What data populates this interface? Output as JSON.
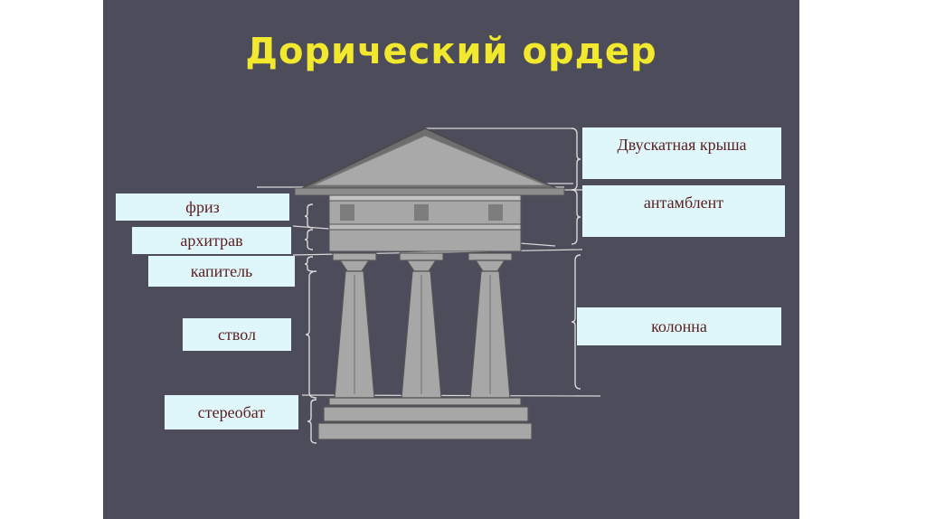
{
  "title": "Дорический ордер",
  "labels": {
    "roof": "Двускатная крыша",
    "frieze": "фриз",
    "entablature": "антамблент",
    "architrave": "архитрав",
    "capital": "капитель",
    "shaft": "ствол",
    "column": "колонна",
    "stylobate": "стереобат"
  },
  "colors": {
    "slide_bg": "#4c4c5a",
    "title": "#f2e82e",
    "label_bg": "#dff6fb",
    "label_text": "#5a1e1e",
    "stone": "#a7a7a7",
    "stone_dark": "#5b5b5b"
  }
}
